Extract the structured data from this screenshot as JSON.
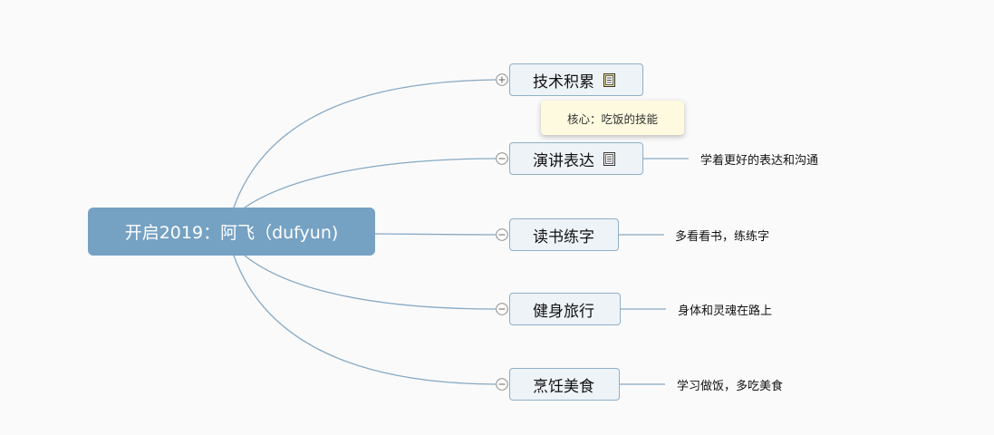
{
  "root": {
    "label": "开启2019：阿飞（dufyun)"
  },
  "branches": [
    {
      "label": "技术积累",
      "has_note": true,
      "collapsed": true,
      "detail": ""
    },
    {
      "label": "演讲表达",
      "has_note": true,
      "collapsed": false,
      "detail": "学着更好的表达和沟通"
    },
    {
      "label": "读书练字",
      "has_note": false,
      "collapsed": false,
      "detail": "多看看书，练练字"
    },
    {
      "label": "健身旅行",
      "has_note": false,
      "collapsed": false,
      "detail": "身体和灵魂在路上"
    },
    {
      "label": "烹饪美食",
      "has_note": false,
      "collapsed": false,
      "detail": "学习做饭，多吃美食"
    }
  ],
  "note_tooltip": {
    "text": "核心：吃饭的技能"
  },
  "colors": {
    "root_fill": "#75a1c3",
    "branch_border": "#8fb0c9",
    "branch_fill": "#eef3f7",
    "line": "#86a9c4",
    "tooltip_fill": "#fdfadf"
  },
  "icons": {
    "expand": "plus-circle-icon",
    "collapse": "minus-circle-icon",
    "note": "note-icon"
  }
}
